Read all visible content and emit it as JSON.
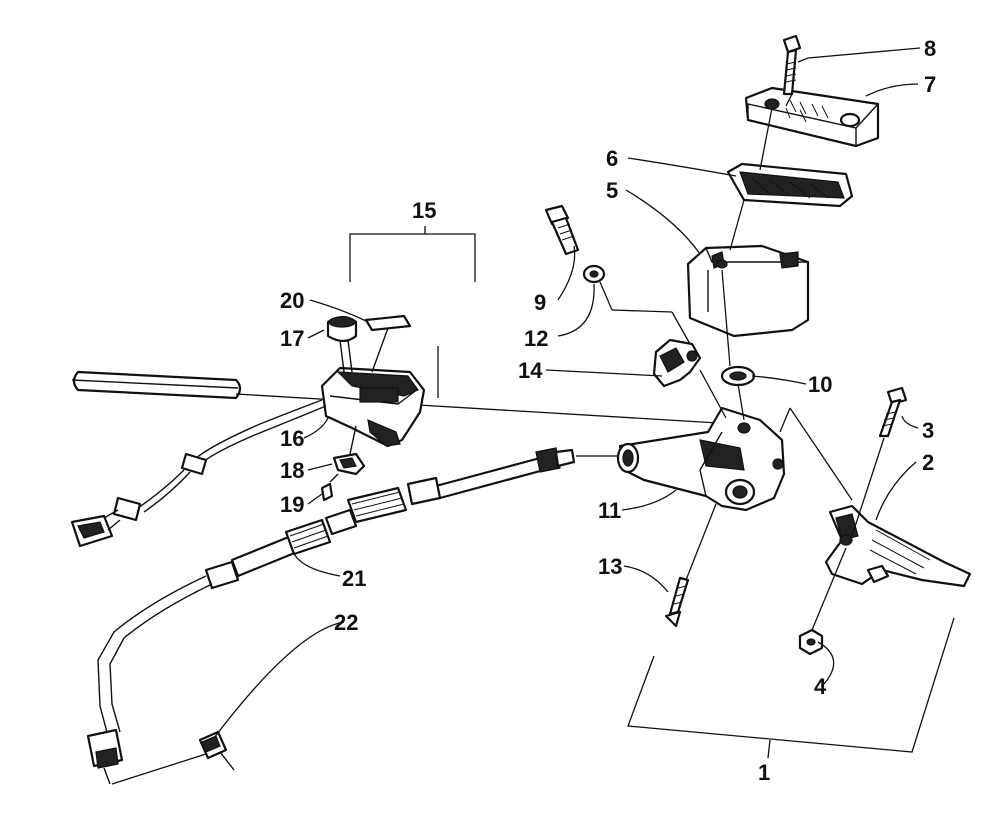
{
  "diagram": {
    "callouts": [
      {
        "id": "1",
        "text": "1"
      },
      {
        "id": "2",
        "text": "2"
      },
      {
        "id": "3",
        "text": "3"
      },
      {
        "id": "4",
        "text": "4"
      },
      {
        "id": "5",
        "text": "5"
      },
      {
        "id": "6",
        "text": "6"
      },
      {
        "id": "7",
        "text": "7"
      },
      {
        "id": "8",
        "text": "8"
      },
      {
        "id": "9",
        "text": "9"
      },
      {
        "id": "10",
        "text": "10"
      },
      {
        "id": "11",
        "text": "11"
      },
      {
        "id": "12",
        "text": "12"
      },
      {
        "id": "13",
        "text": "13"
      },
      {
        "id": "14",
        "text": "14"
      },
      {
        "id": "15",
        "text": "15"
      },
      {
        "id": "16",
        "text": "16"
      },
      {
        "id": "17",
        "text": "17"
      },
      {
        "id": "18",
        "text": "18"
      },
      {
        "id": "19",
        "text": "19"
      },
      {
        "id": "20",
        "text": "20"
      },
      {
        "id": "21",
        "text": "21"
      },
      {
        "id": "22",
        "text": "22"
      }
    ],
    "colors": {
      "ink": "#111111",
      "background": "#ffffff"
    }
  }
}
